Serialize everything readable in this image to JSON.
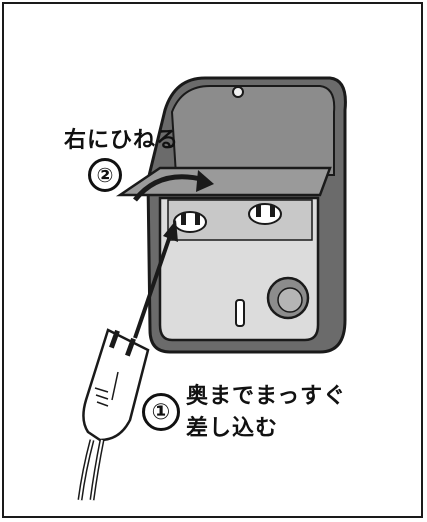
{
  "steps": [
    {
      "number": "①",
      "text_line1": "奥までまっすぐ",
      "text_line2": "差し込む"
    },
    {
      "number": "②",
      "text": "右にひねる"
    }
  ],
  "colors": {
    "outline": "#1a1a1a",
    "cover": "#6b6b6b",
    "cover_light": "#9a9a9a",
    "inner": "#c8c8c8",
    "face": "#dcdcdc"
  },
  "icons": [
    "weatherproof-outlet-box",
    "power-plug",
    "insert-arrow",
    "twist-arrow"
  ]
}
